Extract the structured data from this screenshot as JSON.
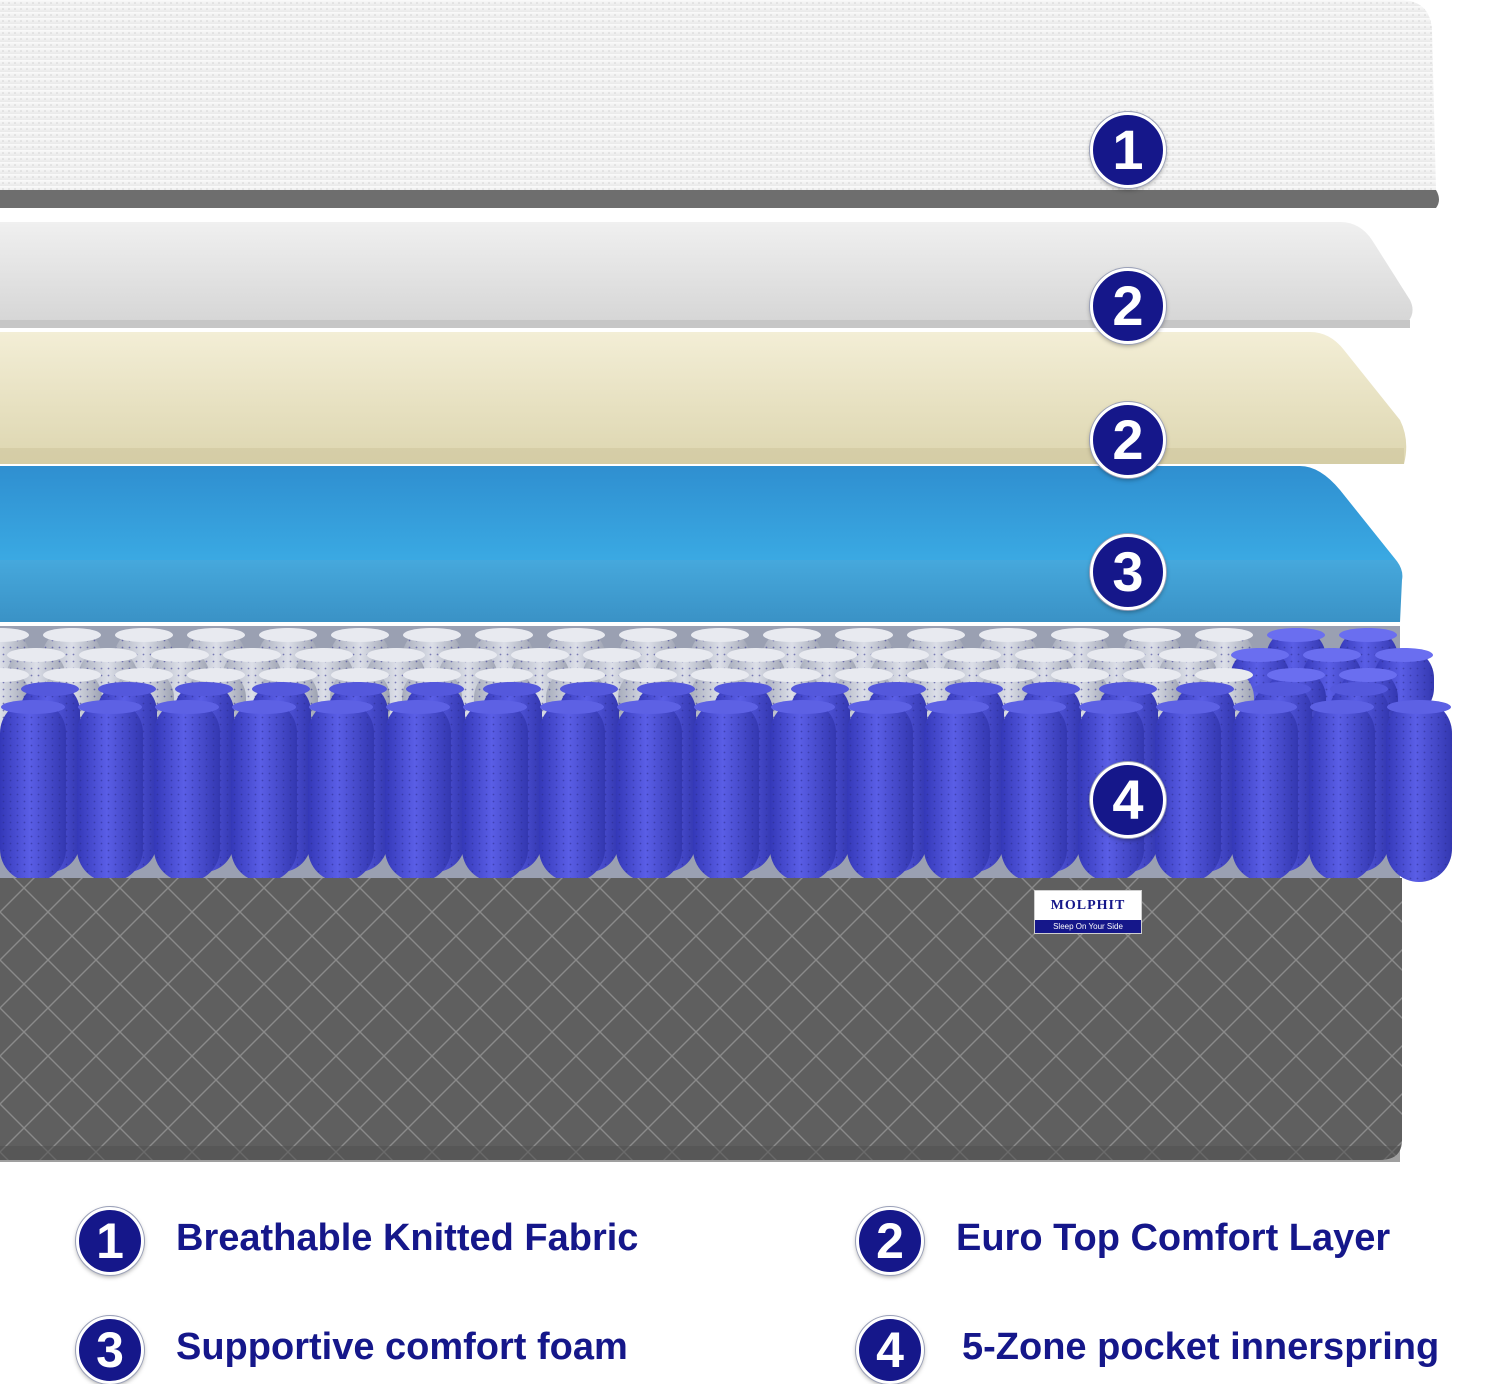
{
  "diagram": {
    "layer_markers": [
      "1",
      "2",
      "2",
      "3",
      "4"
    ],
    "logo": {
      "brand": "MOLPHIT",
      "tagline": "Sleep On Your Side"
    }
  },
  "legend": [
    {
      "number": "1",
      "label": "Breathable Knitted Fabric"
    },
    {
      "number": "2",
      "label": "Euro Top Comfort Layer"
    },
    {
      "number": "3",
      "label": "Supportive comfort foam"
    },
    {
      "number": "4",
      "label": "5-Zone pocket innerspring"
    }
  ],
  "colors": {
    "badge": "#15178a",
    "fabric_top": "#f4f4f4",
    "fabric_edge": "#6e6e6e",
    "comfort_layer": "#e7e7e7",
    "euro_top_foam": "#e9e3c4",
    "support_foam": "#3aa3d8",
    "spring_blue": "#4a4ed8",
    "spring_grey": "#c4c8d4",
    "quilted_cover": "#5e5e5e"
  }
}
